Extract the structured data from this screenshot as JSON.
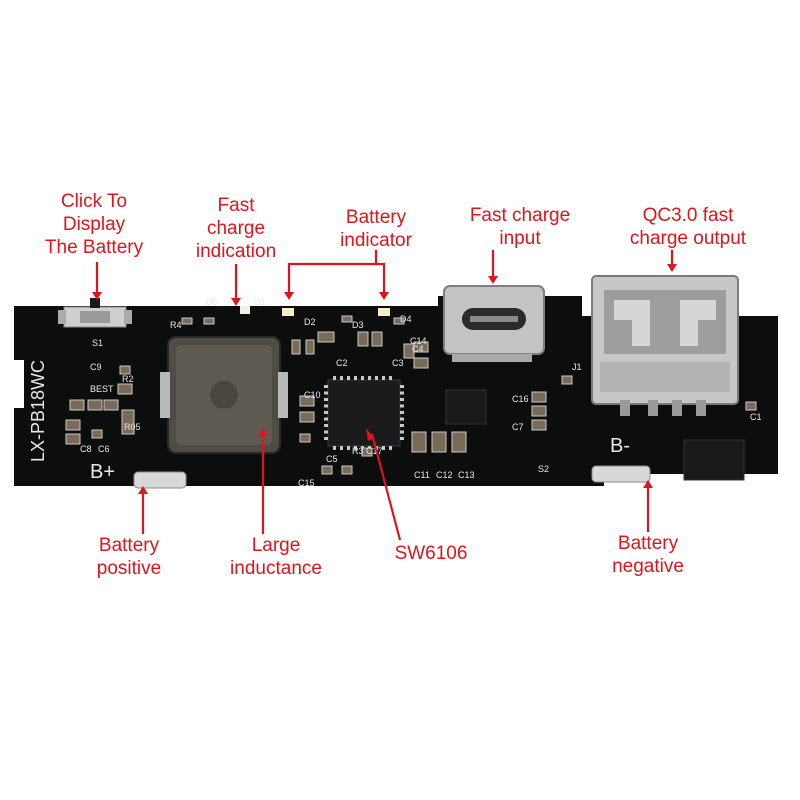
{
  "colors": {
    "pcb": "#0c0e0e",
    "annotation_red": "#e0141b",
    "silkscreen": "#e8e8e8",
    "metal": "#b9b9b9"
  },
  "labels": {
    "click_display": "Click To\nDisplay\nThe Battery",
    "fast_charge_indication": "Fast\ncharge\nindication",
    "battery_indicator": "Battery\nindicator",
    "fast_charge_input": "Fast charge\ninput",
    "qc_output": "QC3.0 fast\ncharge output",
    "battery_positive": "Battery\npositive",
    "large_inductance": "Large\ninductance",
    "chip": "SW6106",
    "battery_negative": "Battery\nnegative"
  },
  "board": {
    "model": "LX-PB18WC",
    "b_plus": "B+",
    "b_minus": "B-",
    "designators": [
      "S1",
      "R4",
      "D5",
      "D1",
      "D2",
      "D3",
      "D4",
      "J1",
      "C1",
      "C2",
      "C3",
      "C4",
      "C5",
      "C6",
      "C7",
      "C8",
      "C9",
      "C10",
      "C11",
      "C12",
      "C13",
      "C14",
      "C15",
      "C16",
      "C17",
      "R2",
      "R3",
      "R05",
      "BEST",
      "S2"
    ]
  }
}
